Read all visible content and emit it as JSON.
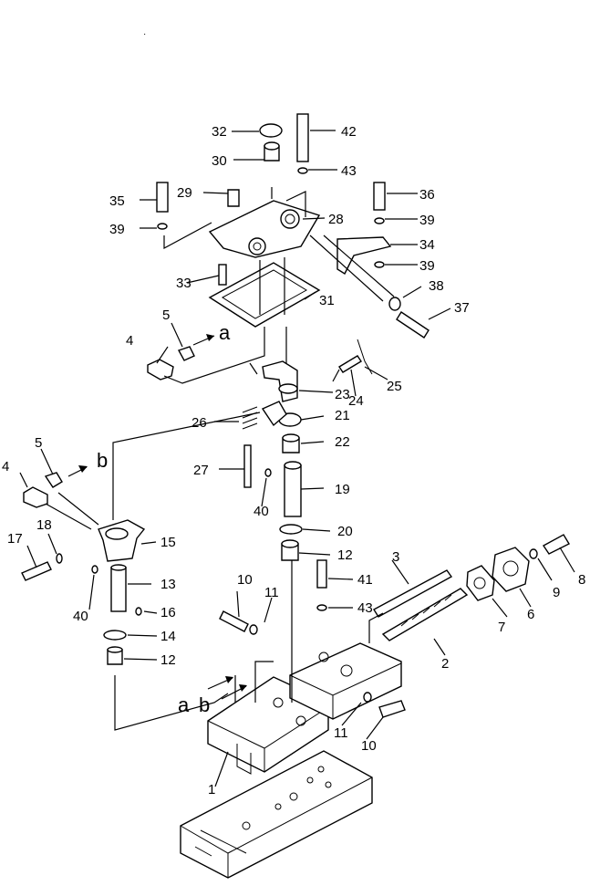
{
  "diagram": {
    "callouts": {
      "c1": "1",
      "c2": "2",
      "c3": "3",
      "c4a": "4",
      "c4b": "4",
      "c5a": "5",
      "c5b": "5",
      "c6": "6",
      "c7": "7",
      "c8": "8",
      "c9": "9",
      "c10a": "10",
      "c10b": "10",
      "c11a": "11",
      "c11b": "11",
      "c12a": "12",
      "c12b": "12",
      "c13": "13",
      "c14": "14",
      "c15": "15",
      "c16": "16",
      "c17": "17",
      "c18": "18",
      "c19": "19",
      "c20": "20",
      "c21": "21",
      "c22": "22",
      "c23": "23",
      "c24": "24",
      "c25": "25",
      "c26": "26",
      "c27": "27",
      "c28": "28",
      "c29": "29",
      "c30": "30",
      "c31": "31",
      "c32": "32",
      "c33": "33",
      "c34": "34",
      "c35": "35",
      "c36": "36",
      "c37": "37",
      "c38": "38",
      "c39a": "39",
      "c39b": "39",
      "c39c": "39",
      "c40a": "40",
      "c40b": "40",
      "c41": "41",
      "c42": "42",
      "c43a": "43",
      "c43b": "43"
    },
    "flow_markers": {
      "a_top": "a",
      "b_mid": "b",
      "a_bottom": "a",
      "b_bottom": "b"
    }
  }
}
